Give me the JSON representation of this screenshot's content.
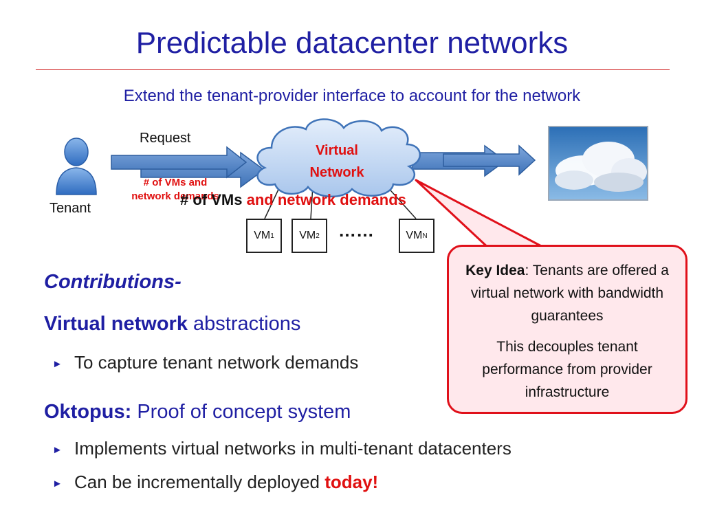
{
  "title": "Predictable datacenter networks",
  "subtitle": "Extend the tenant-provider interface to account for the network",
  "diagram": {
    "tenant_label": "Tenant",
    "request_label": "Request",
    "request_detail_line1": "# of VMs and",
    "request_detail_line2": "network demands",
    "cloud_line1": "Virtual",
    "cloud_line2": "Network",
    "overlay_black": "# of VMs",
    "overlay_red": "and network demands",
    "vm_prefix": "VM",
    "vms": [
      {
        "sub": "1"
      },
      {
        "sub": "2"
      },
      {
        "sub": "N"
      }
    ],
    "ellipsis": "……"
  },
  "key_idea": {
    "bold": "Key Idea",
    "text": ": Tenants are offered a virtual network with bandwidth guarantees",
    "para2": "This decouples tenant performance from provider infrastructure"
  },
  "contributions": {
    "heading": "Contributions-",
    "item1": {
      "bold": "Virtual network",
      "rest": " abstractions",
      "bullets": [
        "To capture tenant network demands"
      ]
    },
    "item2": {
      "bold": "Oktopus:",
      "rest": " Proof of concept system",
      "bullet1": "Implements virtual networks in multi-tenant datacenters",
      "bullet2_text": "Can be incrementally deployed ",
      "bullet2_red": "today!"
    }
  },
  "bullet_glyph": "►",
  "colors": {
    "title_blue": "#1f1fa3",
    "accent_red": "#e01010",
    "arrow_blue": "#4a7fc1",
    "callout_fill": "#ffe8ec"
  }
}
